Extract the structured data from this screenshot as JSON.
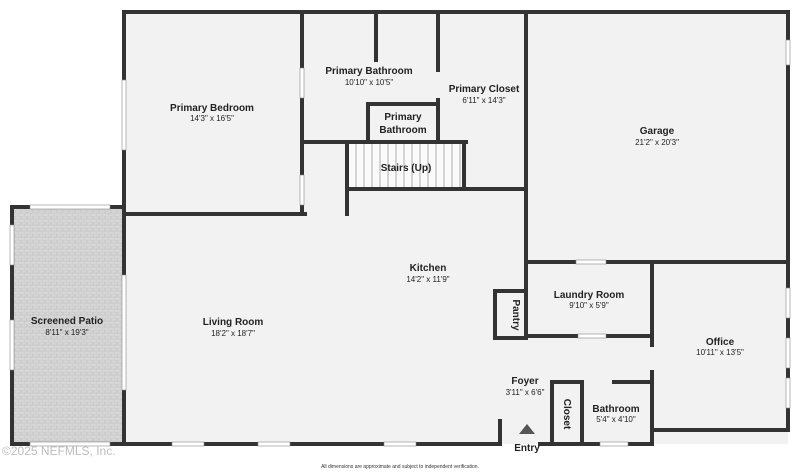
{
  "rooms": {
    "primary_bedroom": {
      "name": "Primary Bedroom",
      "dim": "14'3\" x 16'5\""
    },
    "primary_bathroom": {
      "name": "Primary Bathroom",
      "dim": "10'10\" x 10'5\""
    },
    "primary_bathroom_small": {
      "line1": "Primary",
      "line2": "Bathroom"
    },
    "primary_closet": {
      "name": "Primary Closet",
      "dim": "6'11\" x 14'3\""
    },
    "garage": {
      "name": "Garage",
      "dim": "21'2\" x 20'3\""
    },
    "stairs": {
      "name": "Stairs (Up)"
    },
    "kitchen": {
      "name": "Kitchen",
      "dim": "14'2\" x 11'9\""
    },
    "screened_patio": {
      "name": "Screened Patio",
      "dim": "8'11\" x 19'3\""
    },
    "living_room": {
      "name": "Living Room",
      "dim": "18'2\" x 18'7\""
    },
    "pantry": {
      "name": "Pantry"
    },
    "laundry_room": {
      "name": "Laundry Room",
      "dim": "9'10\" x 5'9\""
    },
    "office": {
      "name": "Office",
      "dim": "10'11\" x 13'5\""
    },
    "foyer": {
      "name": "Foyer",
      "dim": "3'11\" x 6'6\""
    },
    "closet": {
      "name": "Closet"
    },
    "bathroom": {
      "name": "Bathroom",
      "dim": "5'4\" x 4'10\""
    },
    "entry": {
      "name": "Entry"
    }
  },
  "watermark": "©2025 NEFMLS, Inc.",
  "footer": "All dimensions are approximate and subject to independent verification.",
  "colors": {
    "wall": "#333333",
    "floor": "#f2f2f2",
    "patio": "#d9d9d9",
    "window": "#ffffff"
  }
}
